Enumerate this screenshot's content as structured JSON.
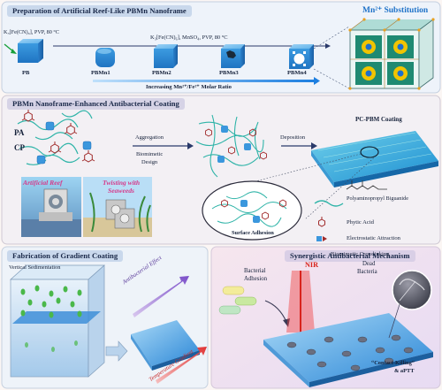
{
  "sections": {
    "preparation": "Preparation  of Artificial Reef-Like PBMn Nanoframe",
    "coating": "PBMn Nanoframe-Enhanced Antibacterial Coating",
    "gradient": "Fabrication of Gradient Coating",
    "mechanism": "Synergistic Antibacterial Mechanism"
  },
  "prep": {
    "cond1": "K₃[Fe(CN)₆], PVP, 80 °C",
    "cond2": "K₃[Fe(CN)₆], MnSO₄, PVP, 80 °C",
    "ratio": "Increasing Mn²⁺/Fe²⁺ Molar Ratio",
    "mn_sub": "Mn²⁺ Substitution",
    "cubes": [
      "PB",
      "PBMn1",
      "PBMn2",
      "PBMn3",
      "PBMn4"
    ]
  },
  "coating": {
    "pa": "PA",
    "cp": "CP",
    "aggregation": "Aggregation",
    "biomimetic1": "Biomimetic",
    "biomimetic2": "Design",
    "deposition": "Deposition",
    "pc_pbm": "PC-PBM Coating",
    "reef": "Artificial Reef",
    "twist1": "Twisting with",
    "twist2": "Seaweeds",
    "surface": "Surface Adhesion",
    "legend": [
      "Polyaminopropyl Biguanide",
      "Phytic Acid",
      "Electrostatic Attraction",
      "Biomimetic Crosslinking"
    ]
  },
  "gradient": {
    "vertical": "Vertical Sedimentation",
    "antibacterial": "Antibacterial Effect",
    "temperature": "Temperature Gradient"
  },
  "mechanism": {
    "adhesion1": "Bacterial",
    "adhesion2": "Adhesion",
    "nir": "NIR",
    "dead1": "Dead",
    "dead2": "Bacteria",
    "kill1": "“Contact-Killing”",
    "kill2": "& aPTT"
  },
  "colors": {
    "header_bg": "#c9d8ec",
    "cube": "#3b97dd",
    "fiber": "#2fb4a8",
    "phytic": "#a02a2a",
    "nir_red": "#d8231c",
    "reef_label": "#d63a8a"
  }
}
